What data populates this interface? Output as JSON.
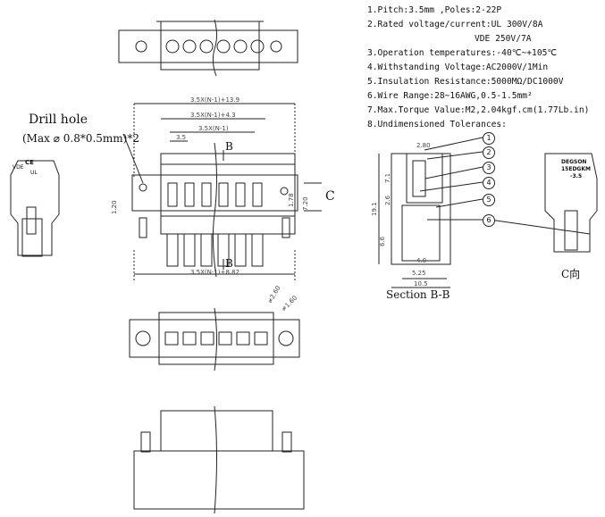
{
  "specs": [
    "1.Pitch:3.5mm ,Poles:2-22P",
    "2.Rated voltage/current:UL  300V/8A",
    "VDE 250V/7A",
    "3.Operation temperatures:-40℃~+105℃",
    "4.Withstanding Voltage:AC2000V/1Min",
    "5.Insulation Resistance:5000MΩ/DC1000V",
    "6.Wire Range:28~16AWG,0.5-1.5mm²",
    "7.Max.Torque Value:M2,2.04kgf.cm(1.77Lb.in)",
    "8.Undimensioned Tolerances:"
  ],
  "drill_hole": {
    "title": "Drill hole",
    "note": "(Max ⌀ 0.8*0.5mm)*2"
  },
  "dims_front": {
    "overall": "3.5X(N-1)+13.9",
    "mid": "3.5X(N-1)+4.3",
    "pitch_total": "3.5X(N-1)",
    "pitch": "3.5",
    "bottom": "3.5X(N-1)+8.82",
    "left_h": "1.20",
    "right_h1": "1.78",
    "right_h2": "7.20"
  },
  "section_marks": {
    "top": "B",
    "bottom": "B",
    "view": "C"
  },
  "dims_plan": {
    "d1": "≠2.60",
    "d2": "≠1.60"
  },
  "section": {
    "title": "Section B-B",
    "dims": [
      "2.80",
      "7.1",
      "19.1",
      "2.6",
      "6.6",
      "4.0",
      "5.25",
      "10.5"
    ],
    "callouts": [
      "1",
      "2",
      "3",
      "4",
      "5",
      "6"
    ]
  },
  "c_view": {
    "label": "C向",
    "brand": "DEGSON",
    "model": "15EDGKM",
    "pitch": "-3.5"
  },
  "side_marks": {
    "vde": "VDE",
    "ce": "CE",
    "ul": "UL"
  }
}
